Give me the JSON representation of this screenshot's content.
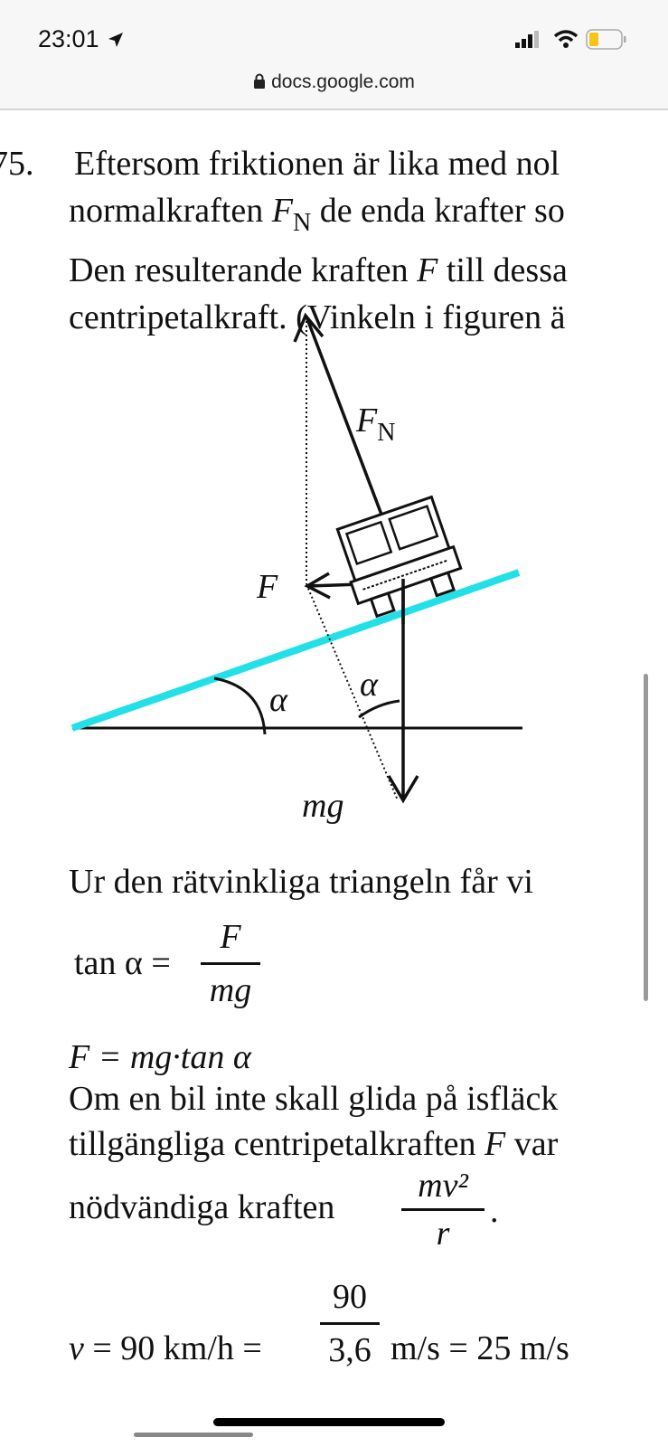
{
  "status_bar": {
    "time": "23:01",
    "location_icon": "location-arrow-icon",
    "signal_icon": "cellular-signal-icon",
    "wifi_icon": "wifi-icon",
    "battery_icon": "battery-low-icon",
    "battery_color": "#f5c518"
  },
  "browser": {
    "url": "docs.google.com",
    "lock_icon": "lock-icon"
  },
  "document": {
    "problem_number": "75.",
    "line1": "Eftersom friktionen är lika med nol",
    "line2_pre": "normalkraften ",
    "line2_var": "F",
    "line2_sub": "N",
    "line2_post": " de enda krafter so",
    "line3_pre": "Den resulterande kraften ",
    "line3_var": "F",
    "line3_post": " till dessa",
    "line4": "centripetalkraft. (Vinkeln i figuren ä",
    "figure": {
      "label_fn": "F",
      "label_fn_sub": "N",
      "label_f": "F",
      "label_alpha1": "α",
      "label_alpha2": "α",
      "label_mg": "mg",
      "incline_color": "#22e0e8"
    },
    "line5": "Ur den rätvinkliga triangeln får vi",
    "eq1_lhs": "tan α =",
    "eq1_num": "F",
    "eq1_den": "mg",
    "eq2": "F = mg·tan α",
    "line6": "Om en bil inte skall glida på isfläck",
    "line7_pre": "tillgängliga centripetalkraften ",
    "line7_var": "F",
    "line7_post": " var",
    "line8": "nödvändiga kraften",
    "line8_num": "mv²",
    "line8_den": "r",
    "line8_end": ".",
    "eq3_lhs": "v = 90 km/h =",
    "eq3_num": "90",
    "eq3_den": "3,6",
    "eq3_rhs": "m/s = 25 m/s"
  }
}
